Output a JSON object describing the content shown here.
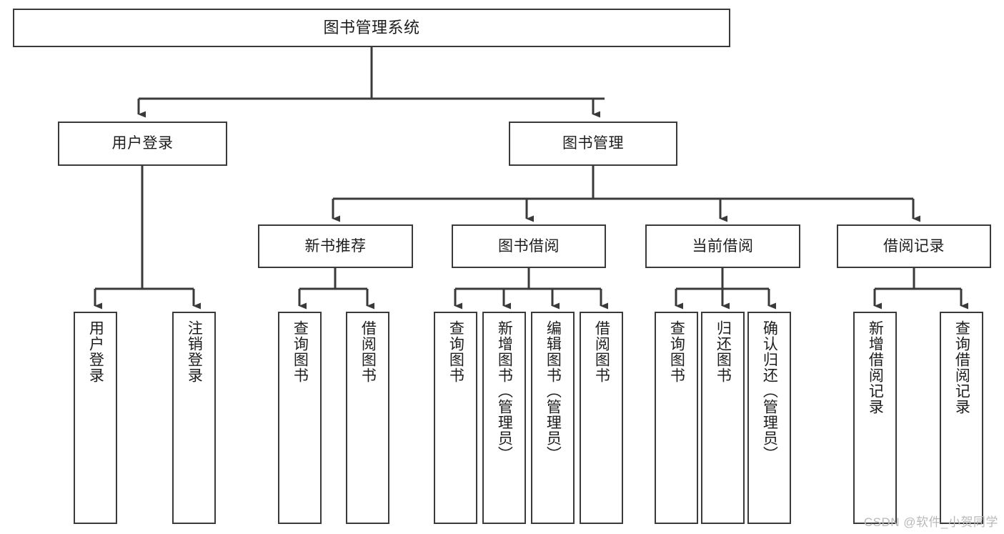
{
  "diagram": {
    "title": "图书管理系统",
    "type": "tree-hierarchy-chart",
    "stroke_color": "#3a3a3a",
    "fill_color": "#ffffff",
    "text_color": "#1d1d1d"
  },
  "nodes": {
    "root": {
      "label": "图书管理系统"
    },
    "level2": [
      {
        "label": "用户登录"
      },
      {
        "label": "图书管理"
      }
    ],
    "level3": [
      {
        "label": "新书推荐"
      },
      {
        "label": "图书借阅"
      },
      {
        "label": "当前借阅"
      },
      {
        "label": "借阅记录"
      }
    ],
    "leaves": {
      "user_login": [
        {
          "label": "用户登录"
        },
        {
          "label": "注销登录"
        }
      ],
      "new_book_recommend": [
        {
          "label": "查询图书"
        },
        {
          "label": "借阅图书"
        }
      ],
      "book_borrow": [
        {
          "label": "查询图书"
        },
        {
          "label": "新增图书（管理员）"
        },
        {
          "label": "编辑图书（管理员）"
        },
        {
          "label": "借阅图书"
        }
      ],
      "current_borrow": [
        {
          "label": "查询图书"
        },
        {
          "label": "归还图书"
        },
        {
          "label": "确认归还（管理员）"
        }
      ],
      "borrow_record": [
        {
          "label": "新增借阅记录"
        },
        {
          "label": "查询借阅记录"
        }
      ]
    }
  },
  "watermark": {
    "text": "CSDN @软件_小贺同学"
  }
}
